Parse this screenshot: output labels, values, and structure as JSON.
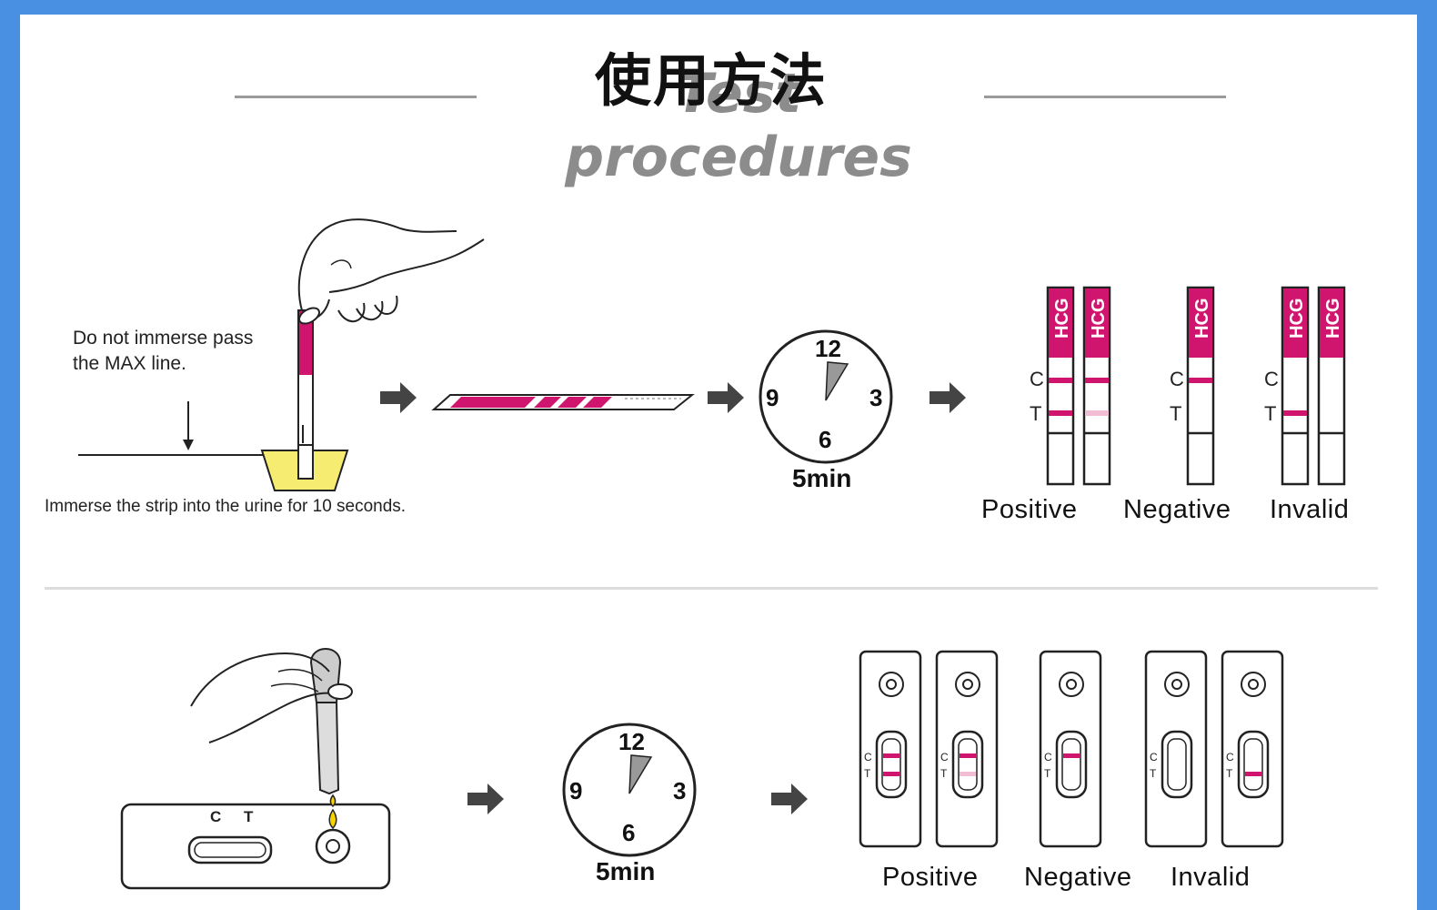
{
  "title": {
    "cn": "使用方法",
    "en": "Test procedures"
  },
  "strip_section": {
    "warning": [
      "Do not immerse pass",
      "the MAX line."
    ],
    "instruction": "Immerse the strip into the urine for 10 seconds.",
    "time": "5min",
    "clock_numbers": [
      "12",
      "3",
      "6",
      "9"
    ],
    "strip_label": "HCG",
    "line_labels": [
      "C",
      "T"
    ],
    "results": [
      "Positive",
      "Negative",
      "Invalid"
    ]
  },
  "cassette_section": {
    "window_labels": [
      "C",
      "T"
    ],
    "time": "5min",
    "clock_numbers": [
      "12",
      "3",
      "6",
      "9"
    ],
    "results": [
      "Positive",
      "Negative",
      "Invalid"
    ]
  },
  "colors": {
    "accent": "#d0156f",
    "faint": "#f2bcd4",
    "urine": "#f6ec72",
    "frame": "#4a90e2"
  }
}
